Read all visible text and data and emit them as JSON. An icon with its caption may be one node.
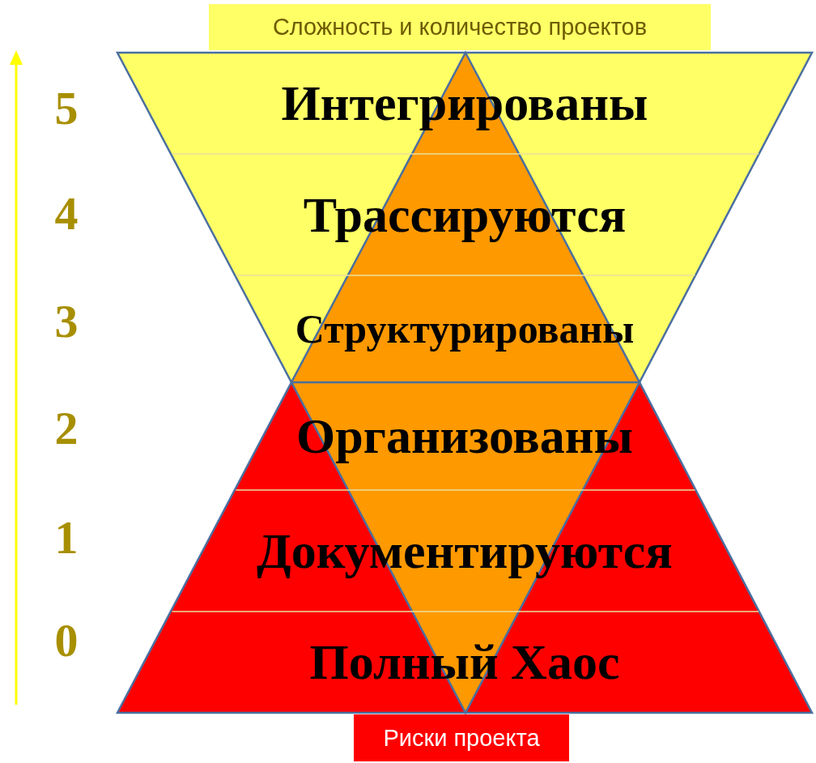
{
  "diagram": {
    "nodes": [
      {
        "text": [
          "Сложность и количество проектов"
        ]
      },
      {
        "text": [
          "Интегрированы"
        ]
      },
      {
        "text": [
          "Трассируются"
        ]
      },
      {
        "text": [
          "Структурированы"
        ]
      },
      {
        "text": [
          "Организованы"
        ]
      },
      {
        "text": [
          "Документируются"
        ]
      },
      {
        "text": [
          "Полный Хаос"
        ]
      },
      {
        "text": [
          "Риски проекта"
        ]
      }
    ],
    "edges": [],
    "labels": [
      "5",
      "4",
      "3",
      "2",
      "1",
      "0"
    ]
  }
}
